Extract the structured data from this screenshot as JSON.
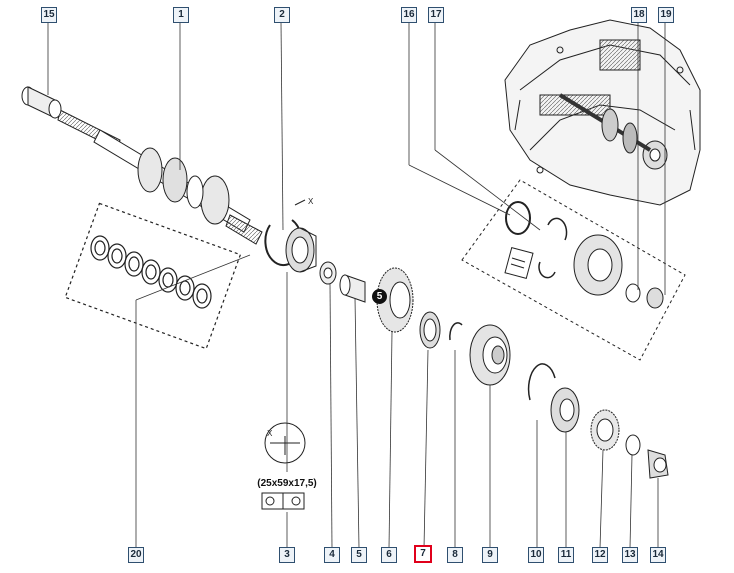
{
  "diagram": {
    "callouts": [
      {
        "id": "c15",
        "label": "15"
      },
      {
        "id": "c1",
        "label": "1"
      },
      {
        "id": "c2",
        "label": "2"
      },
      {
        "id": "c16",
        "label": "16"
      },
      {
        "id": "c17",
        "label": "17"
      },
      {
        "id": "c18",
        "label": "18"
      },
      {
        "id": "c19",
        "label": "19"
      },
      {
        "id": "c20",
        "label": "20"
      },
      {
        "id": "c3",
        "label": "3"
      },
      {
        "id": "c4",
        "label": "4"
      },
      {
        "id": "c5",
        "label": "5"
      },
      {
        "id": "c6",
        "label": "6"
      },
      {
        "id": "c7",
        "label": "7"
      },
      {
        "id": "c8",
        "label": "8"
      },
      {
        "id": "c9",
        "label": "9"
      },
      {
        "id": "c10",
        "label": "10"
      },
      {
        "id": "c11",
        "label": "11"
      },
      {
        "id": "c12",
        "label": "12"
      },
      {
        "id": "c13",
        "label": "13"
      },
      {
        "id": "c14",
        "label": "14"
      }
    ],
    "highlighted": "7",
    "gear_badge": "5",
    "bearing_spec": "(25x59x17,5)",
    "dimension_marker": "X",
    "colors": {
      "line": "#222222",
      "callout_border": "#2f4f6f",
      "highlight": "#e0001b"
    }
  }
}
